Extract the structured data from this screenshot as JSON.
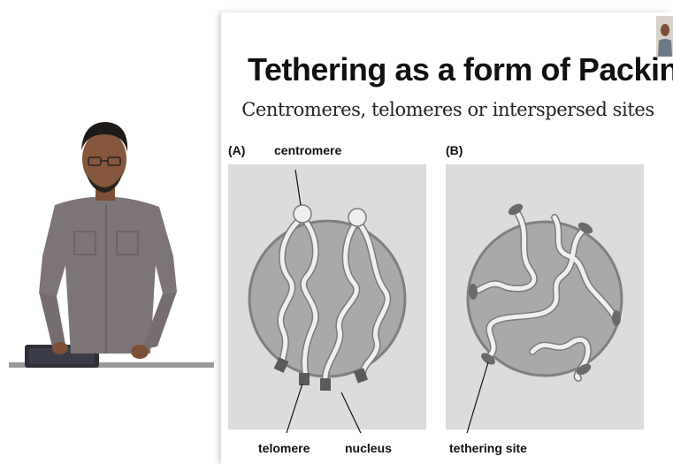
{
  "slide": {
    "title": "Tethering as a form of Packing",
    "subtitle": "Centromeres, telomeres or interspersed sites",
    "panel_a": {
      "label": "(A)",
      "centromere_label": "centromere",
      "telomere_label": "telomere",
      "nucleus_label": "nucleus"
    },
    "panel_b": {
      "label": "(B)",
      "tethering_label": "tethering site"
    }
  },
  "colors": {
    "panel_bg": "#dcdcdc",
    "nucleus_fill": "#a9a9a9",
    "chromatin": "#efefef",
    "telomere": "#5a5a5a"
  }
}
